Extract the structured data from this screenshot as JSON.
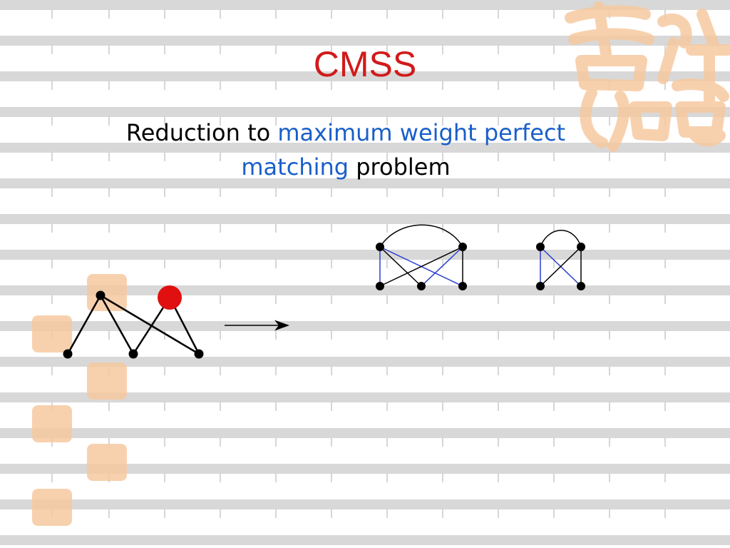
{
  "slide": {
    "title": "CMSS",
    "subtitle_parts": [
      {
        "text": "Reduction to ",
        "highlight": false
      },
      {
        "text": "maximum weight perfect matching",
        "highlight": true
      },
      {
        "text": " problem",
        "highlight": false
      }
    ]
  },
  "colors": {
    "title": "#d11a1a",
    "highlight_text": "#1a5fc9",
    "matching_edge": "#2a3fd0",
    "special_node": "#e01010",
    "deco_seal": "#f6c9a0"
  },
  "icons": {
    "watermark": "seal-icon",
    "arrow": "right-arrow-icon"
  }
}
